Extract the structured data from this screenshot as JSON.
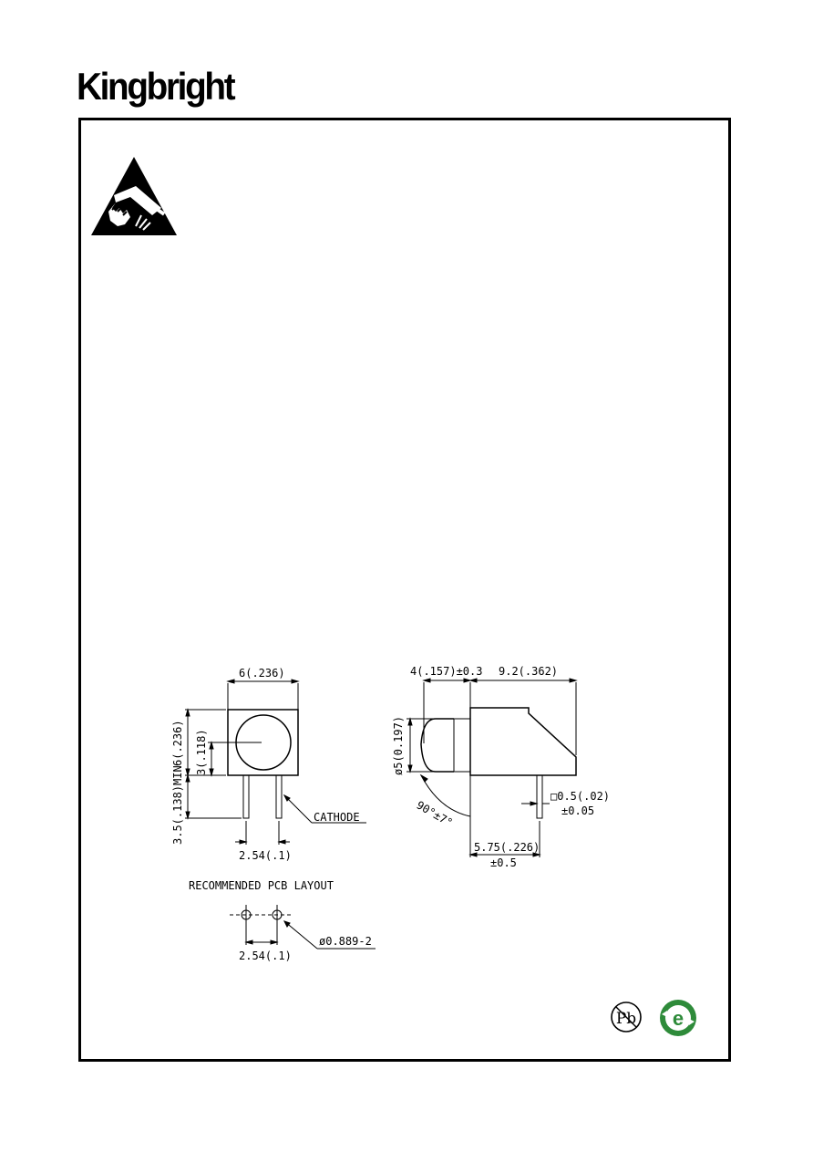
{
  "header": {
    "brand": "Kingbright"
  },
  "front_view": {
    "width_dim": "6(.236)",
    "height_dim": "6(.236)",
    "center_dim": "3(.118)",
    "lead_dim": "3.5(.138)MIN",
    "pitch_dim": "2.54(.1)",
    "cathode_label": "CATHODE"
  },
  "side_view": {
    "lens_dim": "4(.157)±0.3",
    "body_dim": "9.2(.362)",
    "diameter_dim": "ø5(0.197)",
    "angle_dim": "90°±7°",
    "lead_square_dim": "□0.5(.02)",
    "lead_square_tol": "±0.05",
    "lead_offset_dim": "5.75(.226)",
    "lead_offset_tol": "±0.5"
  },
  "pcb_layout": {
    "title": "RECOMMENDED PCB LAYOUT",
    "pitch_dim": "2.54(.1)",
    "hole_dim": "ø0.889-2"
  },
  "badges": {
    "lead_free_text": "Pb",
    "rohs_letter": "e"
  }
}
